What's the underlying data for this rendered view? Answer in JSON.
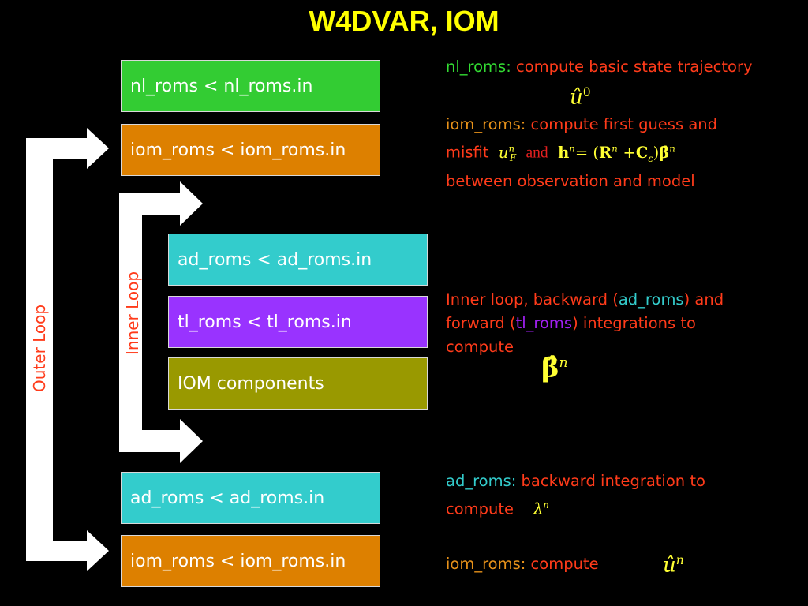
{
  "title": "W4DVAR, IOM",
  "colors": {
    "background": "#000000",
    "title": "#ffff00",
    "nl_roms": "#33cc33",
    "iom_roms": "#dd8000",
    "ad_roms": "#33cccc",
    "tl_roms": "#9933ff",
    "iom_components": "#999900",
    "arrow": "#ffffff",
    "label_text": "#ff3b1a",
    "math": "#ffff33"
  },
  "boxes": [
    {
      "id": "nl",
      "label": "nl_roms < nl_roms.in"
    },
    {
      "id": "iom1",
      "label": "iom_roms < iom_roms.in"
    },
    {
      "id": "ad_inner",
      "label": "ad_roms < ad_roms.in"
    },
    {
      "id": "tl_inner",
      "label": "tl_roms < tl_roms.in"
    },
    {
      "id": "iom_comp",
      "label": "IOM components"
    },
    {
      "id": "ad_outer",
      "label": "ad_roms < ad_roms.in"
    },
    {
      "id": "iom2",
      "label": "iom_roms < iom_roms.in"
    }
  ],
  "loops": {
    "outer": "Outer Loop",
    "inner": "Inner Loop"
  },
  "notes": {
    "n1": {
      "prefix": "nl_roms:",
      "text": "compute basic state trajectory",
      "math_base": "û",
      "math_sup": "0"
    },
    "n2": {
      "prefix": "iom_roms:",
      "line1": "compute first guess and",
      "line2_text": "misfit",
      "uf_base": "u",
      "uf_sup": "n",
      "uf_sub": "F",
      "and": "and",
      "h": "h",
      "h_sup": "n",
      "eq": "= (",
      "R": "R",
      "R_sup": "n",
      "plus": "+",
      "C": "C",
      "C_sub": "ε",
      "close": ")",
      "beta": "β̂",
      "beta_sup": "n",
      "line3": "between observation and model"
    },
    "n3": {
      "l1a": "Inner loop, backward (",
      "l1b": "ad_roms",
      "l1c": ") and",
      "l2a": "forward (",
      "l2b": "tl_roms",
      "l2c": ") integrations to",
      "l3": "compute",
      "beta": "β̂",
      "beta_sup": "n"
    },
    "n4": {
      "prefix": "ad_roms:",
      "text": "backward integration to",
      "l2": "compute",
      "lambda": "λ",
      "lambda_sup": "n"
    },
    "n5": {
      "prefix": "iom_roms:",
      "text": "compute",
      "u": "û",
      "u_sup": "n"
    }
  }
}
